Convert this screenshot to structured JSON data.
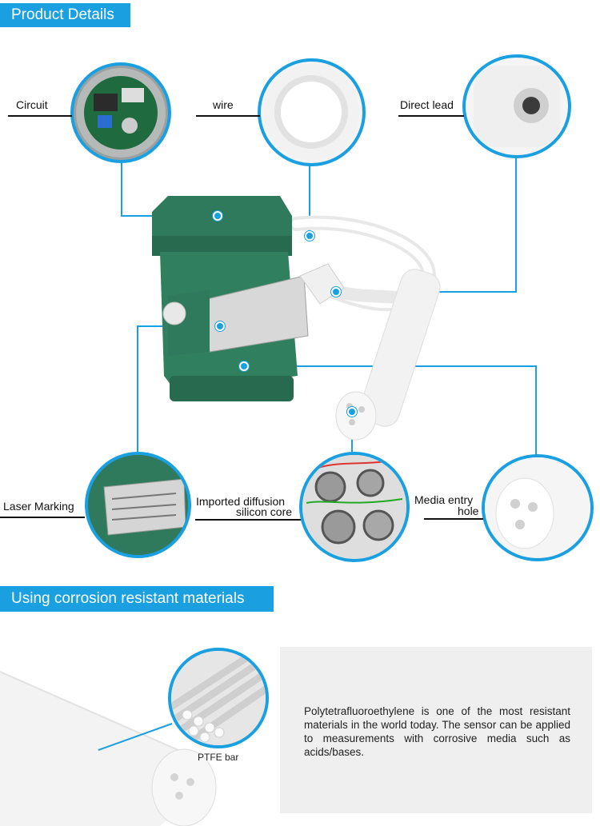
{
  "banners": {
    "product_details": "Product Details",
    "corrosion": "Using corrosion resistant materials"
  },
  "labels": {
    "circuit": "Circuit",
    "wire": "wire",
    "direct_lead": "Direct lead",
    "laser_marking": "Laser Marking",
    "imported_line1": "Imported diffusion",
    "imported_line2": "silicon core",
    "media_line1": "Media entry",
    "media_line2": "hole",
    "ptfe_bar": "PTFE bar"
  },
  "description": "Polytetrafluoroethylene is one of the most resistant materials in the world today. The sensor can be applied to measurements with corrosive media such as acids/bases.",
  "colors": {
    "accent": "#1aa0e0",
    "housing": "#2f7a5c",
    "ptfe": "#f4f4f4"
  }
}
